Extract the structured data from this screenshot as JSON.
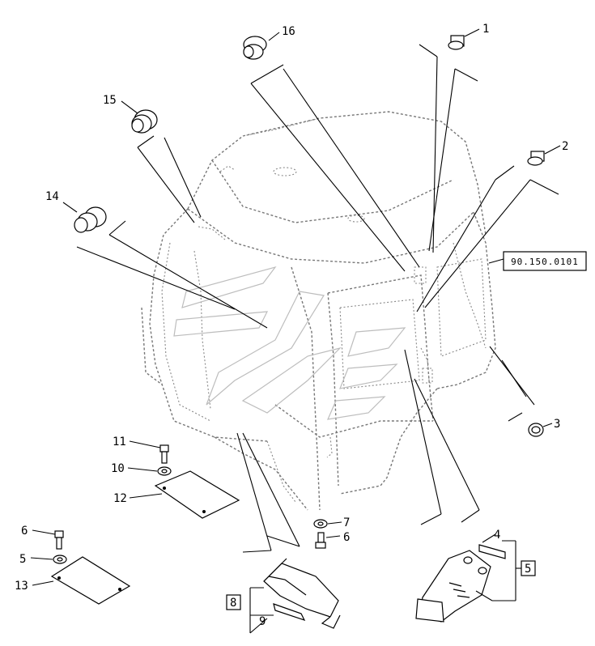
{
  "reference_code": "90.150.0101",
  "callouts": {
    "c1": "1",
    "c2": "2",
    "c3": "3",
    "c4": "4",
    "c5": "5",
    "c6a": "6",
    "c6b": "6",
    "c7": "7",
    "c8": "8",
    "c9": "9",
    "c10": "10",
    "c11": "11",
    "c12": "12",
    "c13": "13",
    "c14": "14",
    "c15": "15",
    "c16": "16"
  }
}
